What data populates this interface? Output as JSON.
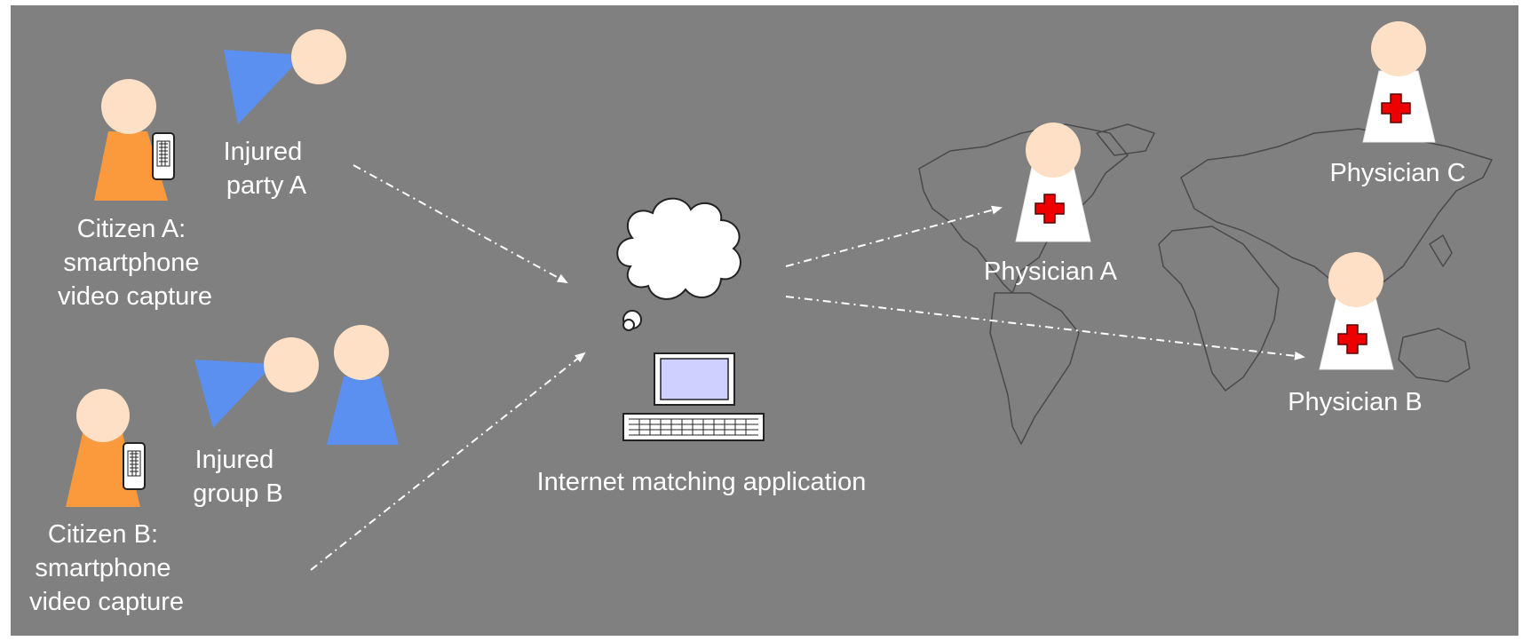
{
  "colors": {
    "background": "#808080",
    "citizen_body": "#fb9a3c",
    "injured_body": "#5b8ff0",
    "skin": "#fde0c5",
    "physician_coat": "#ffffff",
    "red_cross": "#ee0000",
    "monitor_screen": "#cfd0ff",
    "arrow": "#ffffff"
  },
  "labels": {
    "injured_a": [
      "Injured",
      "party A"
    ],
    "citizen_a": [
      "Citizen A:",
      "smartphone",
      "video capture"
    ],
    "injured_b": [
      "Injured",
      "group B"
    ],
    "citizen_b": [
      "Citizen B:",
      "smartphone",
      "video capture"
    ],
    "application": "Internet matching application",
    "physician_a": "Physician A",
    "physician_b": "Physician B",
    "physician_c": "Physician C"
  },
  "icons": [
    "person-icon",
    "smartphone-icon",
    "cloud-icon",
    "computer-icon",
    "red-cross-icon",
    "world-map-icon",
    "dashed-arrow-icon"
  ]
}
